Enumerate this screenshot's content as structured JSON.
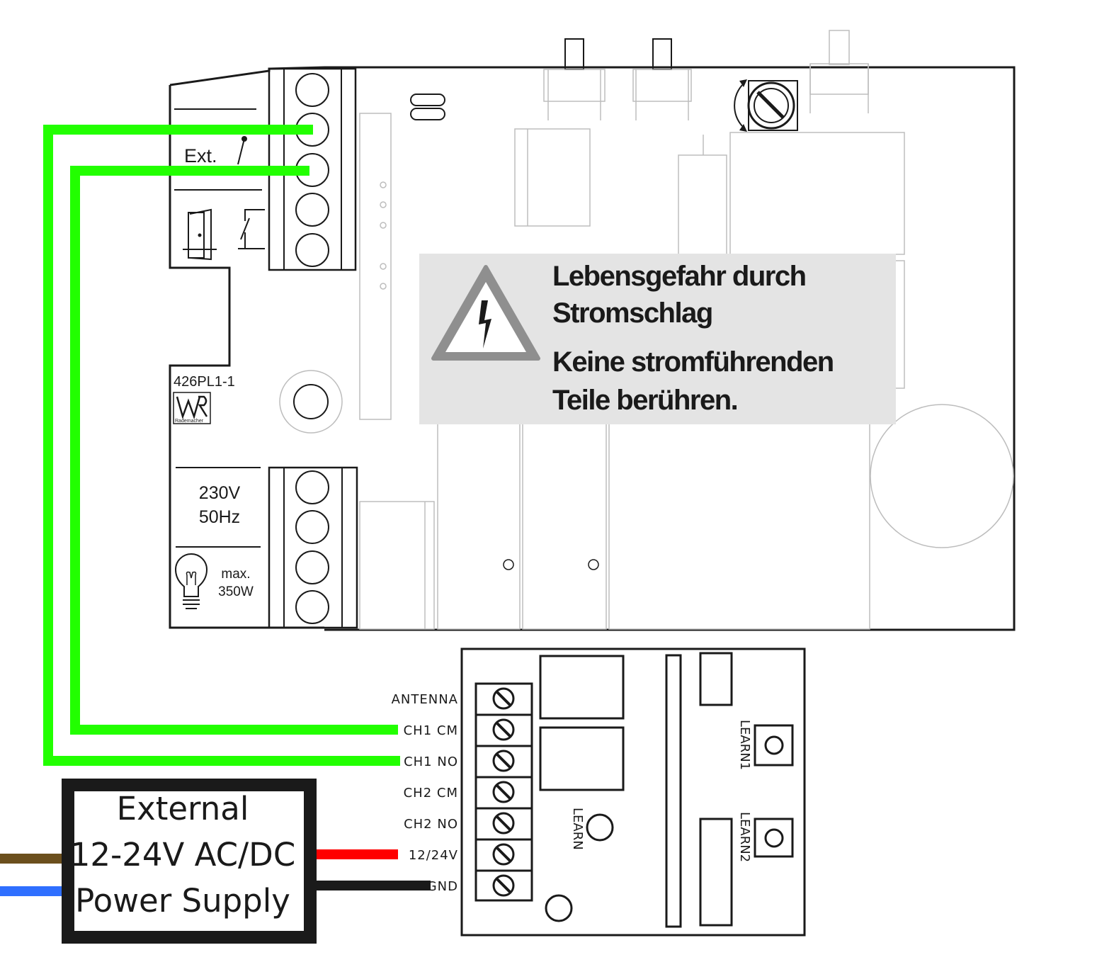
{
  "main_board": {
    "model": "426PL1-1",
    "brand": "Rademacher",
    "ext_label": "Ext.",
    "voltage": "230V",
    "frequency": "50Hz",
    "max_label": "max.",
    "max_power": "350W"
  },
  "warning": {
    "line1": "Lebensgefahr durch",
    "line2": "Stromschlag",
    "line3": "Keine stromführenden",
    "line4": "Teile berühren."
  },
  "receiver_module": {
    "terminals": [
      "ANTENNA",
      "CH1 CM",
      "CH1 NO",
      "CH2 CM",
      "CH2 NO",
      "12/24V",
      "GND"
    ],
    "learn_button": "LEARN",
    "learn1": "LEARN1",
    "learn2": "LEARN2"
  },
  "power_supply": {
    "line1": "External",
    "line2": "12-24V AC/DC",
    "line3": "Power Supply"
  },
  "colors": {
    "signal_wire": "#22ff00",
    "positive_wire": "#ff0000",
    "ground_wire": "#1a1a1a",
    "mains_live": "#6b4f1d",
    "mains_neutral": "#2f6fff",
    "warning_background": "#e4e4e4"
  }
}
